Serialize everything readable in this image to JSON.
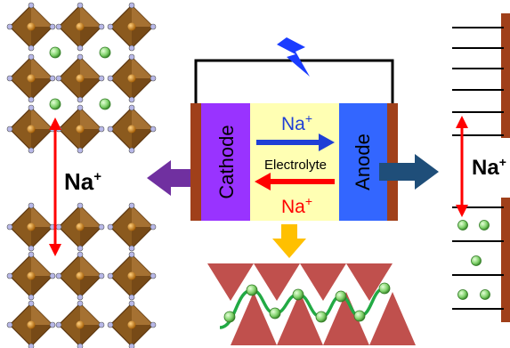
{
  "labels": {
    "cathode": "Cathode",
    "anode": "Anode",
    "electrolyte": "Electrolyte",
    "ion_top": "Na",
    "ion_bottom": "Na",
    "ion_left": "Na",
    "ion_right": "Na",
    "charge": "+"
  },
  "colors": {
    "cathode": "#9933ff",
    "anode": "#3366ff",
    "electrolyte": "#ffffb3",
    "collector": "#a0401a",
    "arrow_left": "#7030a0",
    "arrow_right": "#1f4e79",
    "arrow_down": "#ffc000",
    "ion_arrow_top": "#1f3fd6",
    "ion_arrow_bottom": "#ff0000",
    "interlayer_arrow": "#ff0000",
    "lightning": "#1a3cff",
    "octahedron": "#8b5a1e",
    "octahedron_edge": "#5a3510",
    "sodium_ion": "#7fd16a",
    "triangles": "#c0504d",
    "diffusion_path": "#22aa44"
  },
  "icons": [
    "lightning-icon"
  ]
}
